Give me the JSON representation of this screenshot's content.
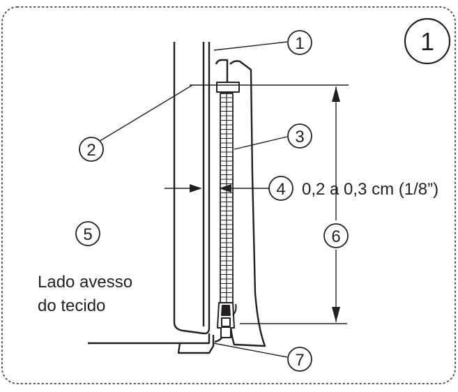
{
  "step": {
    "number": "1"
  },
  "callouts": [
    {
      "id": "1",
      "label": "1"
    },
    {
      "id": "2",
      "label": "2"
    },
    {
      "id": "3",
      "label": "3"
    },
    {
      "id": "4",
      "label": "4"
    },
    {
      "id": "5",
      "label": "5"
    },
    {
      "id": "6",
      "label": "6"
    },
    {
      "id": "7",
      "label": "7"
    }
  ],
  "measurement": {
    "text": "0,2 a 0,3 cm (1/8”)"
  },
  "fabric_side": {
    "line1": "Lado avesso",
    "line2": "do tecido"
  },
  "colors": {
    "ink": "#231f20",
    "border": "#555555"
  }
}
